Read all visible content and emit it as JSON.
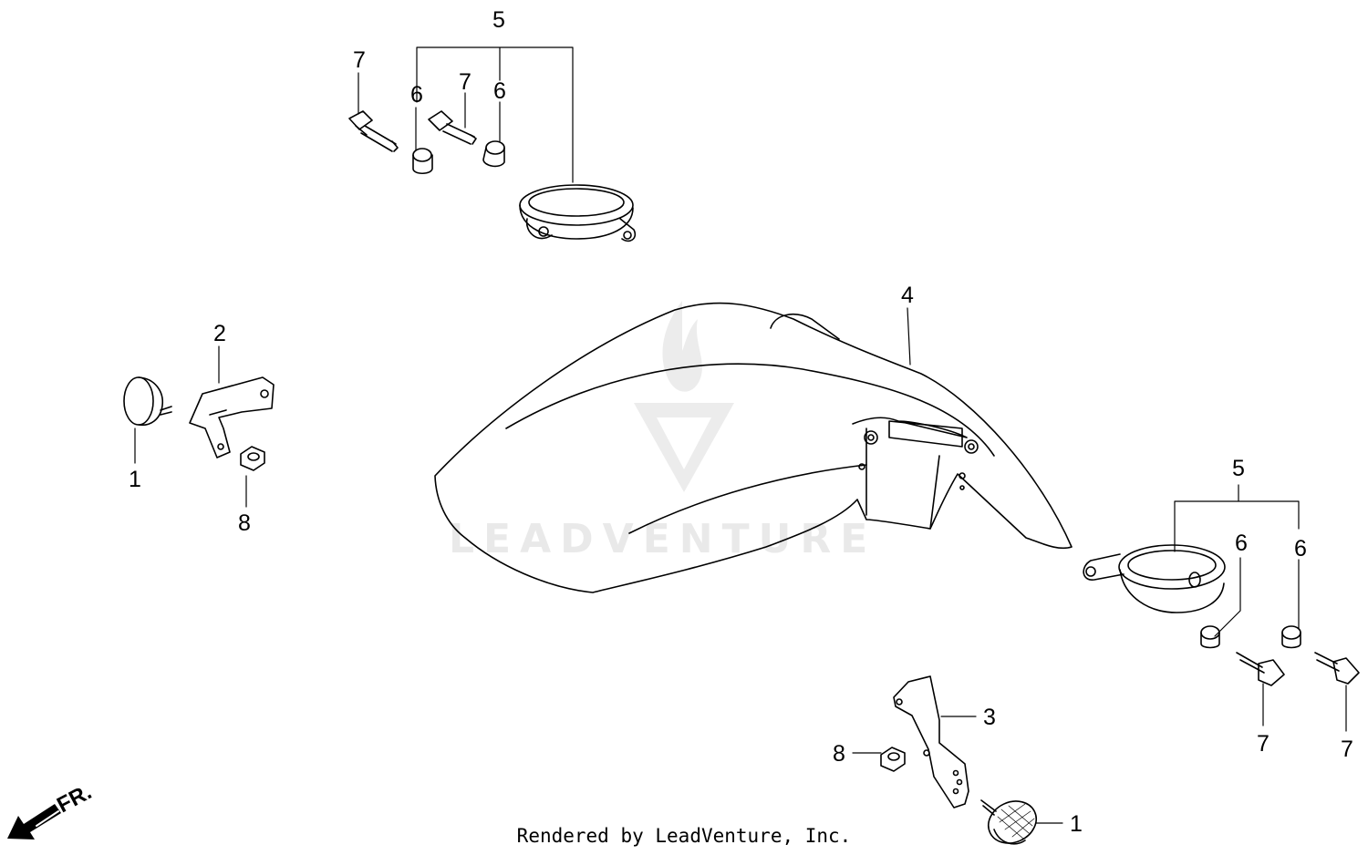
{
  "diagram": {
    "watermark": "LEADVENTURE",
    "direction_label": "FR.",
    "footer": "Rendered by LeadVenture, Inc.",
    "callouts": {
      "top_5": "5",
      "top_7a": "7",
      "top_6a": "6",
      "top_7b": "7",
      "top_6b": "6",
      "left_2": "2",
      "left_1": "1",
      "left_8": "8",
      "center_4": "4",
      "right_5": "5",
      "right_6a": "6",
      "right_6b": "6",
      "right_7a": "7",
      "right_7b": "7",
      "bottom_3": "3",
      "bottom_8": "8",
      "bottom_1": "1"
    }
  }
}
